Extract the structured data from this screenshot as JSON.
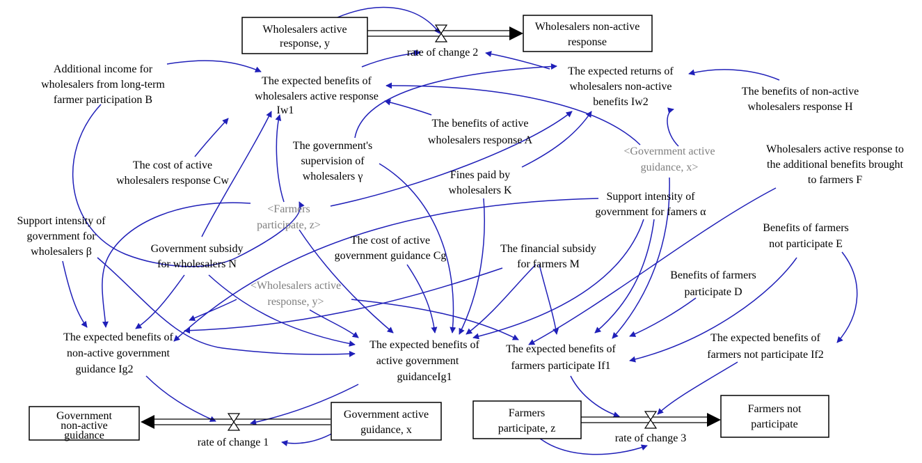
{
  "colors": {
    "link": "#1f1fb8",
    "text": "#000000",
    "shadow_variable": "#7f7f7f",
    "stock_border": "#000000",
    "background": "#ffffff"
  },
  "stocks": {
    "wholesalers_active": [
      "Wholesalers active",
      "response, y"
    ],
    "wholesalers_nonactive": [
      "Wholesalers non-active",
      "response"
    ],
    "government_nonactive": [
      "Government",
      "non-active",
      "guidance"
    ],
    "government_active": [
      "Government active",
      "guidance, x"
    ],
    "farmers_participate": [
      "Farmers",
      "participate, z"
    ],
    "farmers_not": [
      "Farmers not",
      "participate"
    ]
  },
  "flows": {
    "rate2": "rate of change 2",
    "rate1": "rate of change 1",
    "rate3": "rate of change 3"
  },
  "variables": {
    "iw1": [
      "The expected benefits of",
      "wholesalers active response",
      "Iw1"
    ],
    "iw2": [
      "The expected returns of",
      "wholesalers non-active",
      "benefits Iw2"
    ],
    "B": [
      "Additional income for",
      "wholesalers from long-term",
      "farmer participation B"
    ],
    "H": [
      "The benefits of non-active",
      "wholesalers response H"
    ],
    "A": [
      "The benefits of active",
      "wholesalers response A"
    ],
    "gamma": [
      "The government's",
      "supervision of",
      "wholesalers γ"
    ],
    "Cw": [
      "The cost of active",
      "wholesalers response Cw"
    ],
    "K": [
      "Fines paid by",
      "wholesalers K"
    ],
    "F": [
      "Wholesalers active response to",
      "the additional benefits brought",
      "to farmers F"
    ],
    "alpha": [
      "Support intensity of",
      "government for famers α"
    ],
    "beta": [
      "Support intensity of",
      "government for",
      "wholesalers β"
    ],
    "N": [
      "Government subsidy",
      "for wholesalers N"
    ],
    "Cg": [
      "The cost of active",
      "government guidance Cg"
    ],
    "M": [
      "The financial subsidy",
      "for farmers M"
    ],
    "E": [
      "Benefits of farmers",
      "not participate E"
    ],
    "D": [
      "Benefits of farmers",
      "participate D"
    ],
    "ig2": [
      "The expected benefits of",
      "non-active government",
      "guidance Ig2"
    ],
    "ig1": [
      "The expected benefits of",
      "active government",
      "guidanceIg1"
    ],
    "if1": [
      "The expected benefits of",
      "farmers participate If1"
    ],
    "if2": [
      "The expected benefits of",
      "farmers not participate If2"
    ]
  },
  "shadow_variables": {
    "gov_x": [
      "<Government active",
      "guidance, x>"
    ],
    "farm_z": [
      "<Farmers",
      "participate, z>"
    ],
    "whole_y": [
      "<Wholesalers active",
      "response, y>"
    ]
  }
}
